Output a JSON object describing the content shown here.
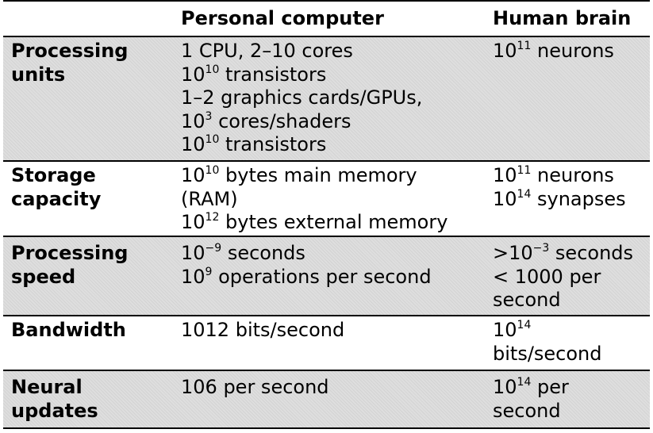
{
  "headers": {
    "col1": "",
    "col2": "Personal computer",
    "col3": "Human brain"
  },
  "rows": [
    {
      "label": "Processing units",
      "computer": [
        {
          "pre": "1 CPU, 2–10 cores"
        },
        {
          "pre": "10",
          "sup": "10",
          "post": " transistors"
        },
        {
          "pre": "1–2 graphics cards/GPUs,"
        },
        {
          "pre": "10",
          "sup": "3",
          "post": " cores/shaders"
        },
        {
          "pre": "10",
          "sup": "10",
          "post": " transistors"
        }
      ],
      "brain": [
        {
          "pre": "10",
          "sup": "11",
          "post": " neurons"
        }
      ]
    },
    {
      "label": "Storage capacity",
      "computer": [
        {
          "pre": "10",
          "sup": "10",
          "post": " bytes main memory"
        },
        {
          "pre": "(RAM)"
        },
        {
          "pre": "10",
          "sup": "12",
          "post": " bytes external memory"
        }
      ],
      "brain": [
        {
          "pre": "10",
          "sup": "11",
          "post": " neurons"
        },
        {
          "pre": "10",
          "sup": "14",
          "post": " synapses"
        }
      ]
    },
    {
      "label": "Processing speed",
      "computer": [
        {
          "pre": "10",
          "sup": "−9",
          "post": " seconds"
        },
        {
          "pre": "10",
          "sup": "9",
          "post": " operations per second"
        }
      ],
      "brain": [
        {
          "pre": ">10",
          "sup": "−3",
          "post": " seconds"
        },
        {
          "pre": "< 1000 per"
        },
        {
          "pre": "second"
        }
      ]
    },
    {
      "label": "Bandwidth",
      "computer": [
        {
          "pre": "1012 bits/second"
        }
      ],
      "brain": [
        {
          "pre": "10",
          "sup": "14"
        },
        {
          "pre": "bits/second"
        }
      ]
    },
    {
      "label": "Neural updates",
      "computer": [
        {
          "pre": "106 per second"
        }
      ],
      "brain": [
        {
          "pre": "10",
          "sup": "14",
          "post": " per"
        },
        {
          "pre": "second"
        }
      ]
    }
  ]
}
